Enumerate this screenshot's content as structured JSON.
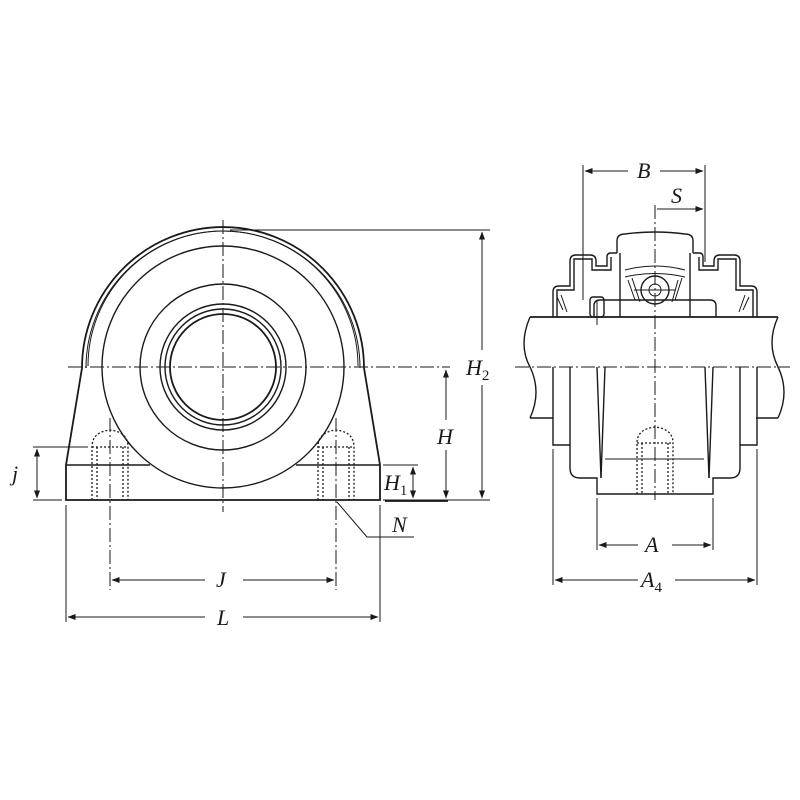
{
  "drawing": {
    "subject": "Tapped-base pillow block bearing unit",
    "views": [
      {
        "name": "front-view",
        "description": "Front elevation of housing with bore"
      },
      {
        "name": "side-view",
        "description": "Side section with insert bearing on shaft"
      }
    ],
    "colors": {
      "line": "#1a1a1a",
      "background": "#ffffff"
    }
  },
  "dimensions": {
    "front": {
      "H2": {
        "main": "H",
        "sub": "2"
      },
      "H": {
        "main": "H"
      },
      "H1": {
        "main": "H",
        "sub": "1"
      },
      "j": {
        "main": "j"
      },
      "J": {
        "main": "J"
      },
      "L": {
        "main": "L"
      },
      "N": {
        "main": "N"
      }
    },
    "side": {
      "B": {
        "main": "B"
      },
      "S": {
        "main": "S"
      },
      "A": {
        "main": "A"
      },
      "A4": {
        "main": "A",
        "sub": "4"
      }
    }
  }
}
